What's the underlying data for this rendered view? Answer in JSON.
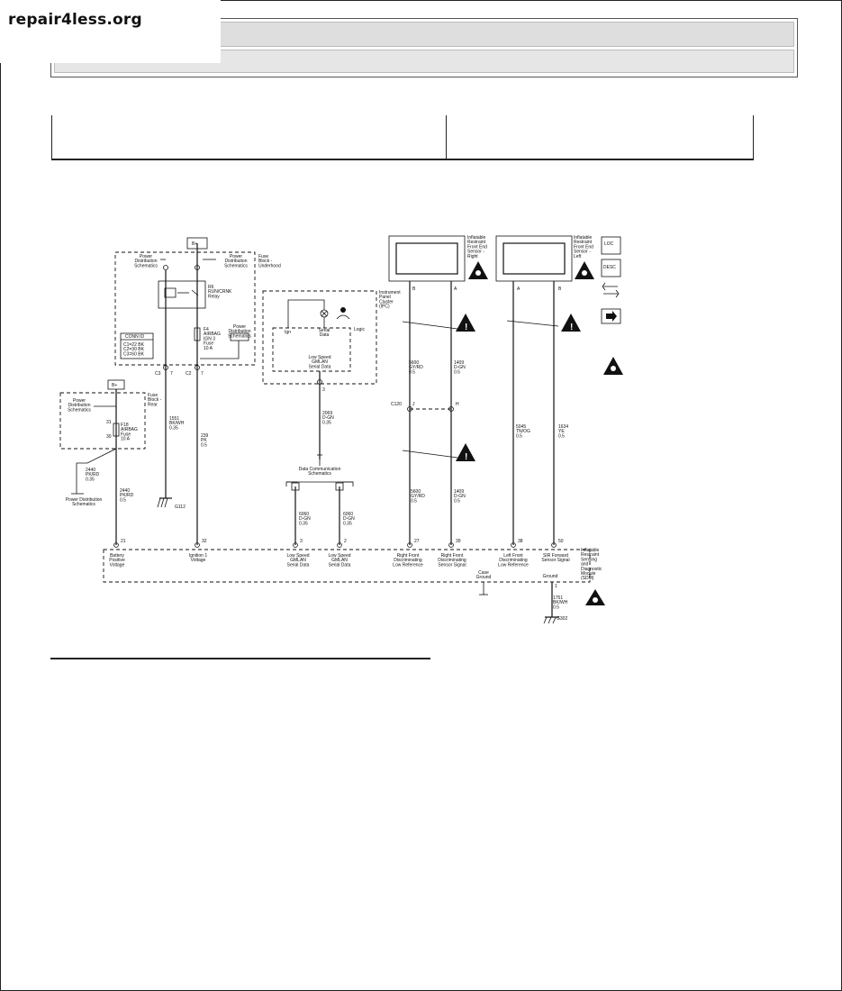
{
  "watermark": {
    "text": "repair4less.org"
  },
  "diagram": {
    "battery_label": "B+",
    "fuse_block_underhood": {
      "title": [
        "Fuse",
        "Block -",
        "Underhood"
      ]
    },
    "power_dist_left": [
      "Power",
      "Distribution",
      "Schematics"
    ],
    "power_dist_right": [
      "Power",
      "Distribution",
      "Schematics"
    ],
    "relay": [
      "R6",
      "RUN/CRNK",
      "Relay"
    ],
    "f4_fuse": [
      "F4",
      "AIRBAG",
      "IGN 3",
      "Fuse",
      "10 A"
    ],
    "power_dist_f4": [
      "Power",
      "Distribution",
      "Schematics"
    ],
    "conn_id": {
      "title": "CONN ID",
      "rows": [
        "C1=22 BK",
        "C2=30 BK",
        "C3=60 BK"
      ]
    },
    "fuse_underhood_pins": {
      "c3": "C3",
      "c3pin": "7",
      "c2": "C2",
      "c2pin": "7"
    },
    "fuse_block_rear": {
      "title": [
        "Fuse",
        "Block -",
        "Rear"
      ]
    },
    "power_dist_rear": [
      "Power",
      "Distribution",
      "Schematics"
    ],
    "f18_fuse": [
      "F18",
      "AIRBAG",
      "Fuse",
      "10 A"
    ],
    "f18_pins": {
      "top": "31",
      "bottom": "30"
    },
    "wire_2440_upper": [
      "2440",
      "PK/RD",
      "0.35"
    ],
    "power_dist_bottom": [
      "Power Distribution",
      "Schematics"
    ],
    "wire_1551": [
      "1551",
      "BK/WH",
      "0.35"
    ],
    "ground_g112": "G112",
    "wire_239": [
      "239",
      "PK",
      "0.5"
    ],
    "wire_2440_lower": [
      "2440",
      "PK/RD",
      "0.5"
    ],
    "ipc": {
      "title": [
        "Instrument",
        "Panel",
        "Cluster",
        "(IPC)"
      ],
      "logic": "Logic",
      "ign": "Ign",
      "serial": [
        "Serial",
        "Data"
      ],
      "gmlan": [
        "Low Speed",
        "GMLAN",
        "Serial Data"
      ],
      "pin": "3"
    },
    "wire_2069": [
      "2069",
      "D-GN",
      "0.35"
    ],
    "data_comm": [
      "Data Communication",
      "Schematics"
    ],
    "wire_6060a": [
      "6060",
      "D-GN",
      "0.35"
    ],
    "wire_6060b": [
      "6060",
      "D-GN",
      "0.35"
    ],
    "sensor_right": {
      "title": [
        "Inflatable",
        "Restraint",
        "Front End",
        "Sensor -",
        "Right"
      ],
      "pin_b": "B",
      "pin_a": "A"
    },
    "sensor_left": {
      "title": [
        "Inflatable",
        "Restraint",
        "Front End",
        "Sensor -",
        "Left"
      ],
      "pin_a": "A",
      "pin_b": "B"
    },
    "wire_5600_upper": [
      "5600",
      "GY/RD",
      "0.5"
    ],
    "wire_1409_upper": [
      "1409",
      "D-GN",
      "0.5"
    ],
    "c120": {
      "label": "C120",
      "pin_j": "J",
      "pin_h": "H"
    },
    "wire_5600_lower": [
      "5600",
      "GY/RD",
      "0.5"
    ],
    "wire_1409_lower": [
      "1409",
      "D-GN",
      "0.5"
    ],
    "wire_5045": [
      "5045",
      "TN/OG",
      "0.5"
    ],
    "wire_1634": [
      "1634",
      "YE",
      "0.5"
    ],
    "sdm": {
      "title": [
        "Inflatable",
        "Restraint",
        "Sensing",
        "and",
        "Diagnostic",
        "Module",
        "(SDM)"
      ],
      "pins": [
        "21",
        "32",
        "3",
        "2",
        "27",
        "39",
        "38",
        "50"
      ],
      "labels": [
        [
          "Battery",
          "Positive",
          "Voltage"
        ],
        [
          "Ignition 1",
          "Voltage"
        ],
        [
          "Low Speed",
          "GMLAN",
          "Serial Data"
        ],
        [
          "Low Speed",
          "GMLAN",
          "Serial Data"
        ],
        [
          "Right Front",
          "Discriminating",
          "Low Reference"
        ],
        [
          "Right Front",
          "Discriminating",
          "Sensor Signal"
        ],
        [
          "Left Front",
          "Discriminating",
          "Low Reference"
        ],
        [
          "SIR Forward",
          "Sensor Signal"
        ]
      ],
      "case_ground": [
        "Case",
        "Ground"
      ],
      "ground_label": "Ground",
      "ground_pin": "1"
    },
    "wire_1751": [
      "1751",
      "BK/WH",
      "0.5"
    ],
    "ground_g302": "G302",
    "legend_icons": [
      "connector-locations-icon",
      "component-descriptions-icon",
      "wire-harness-icon",
      "navigation-arrow-icon"
    ],
    "legend_loc": "LOC",
    "legend_desc": "DESC"
  }
}
